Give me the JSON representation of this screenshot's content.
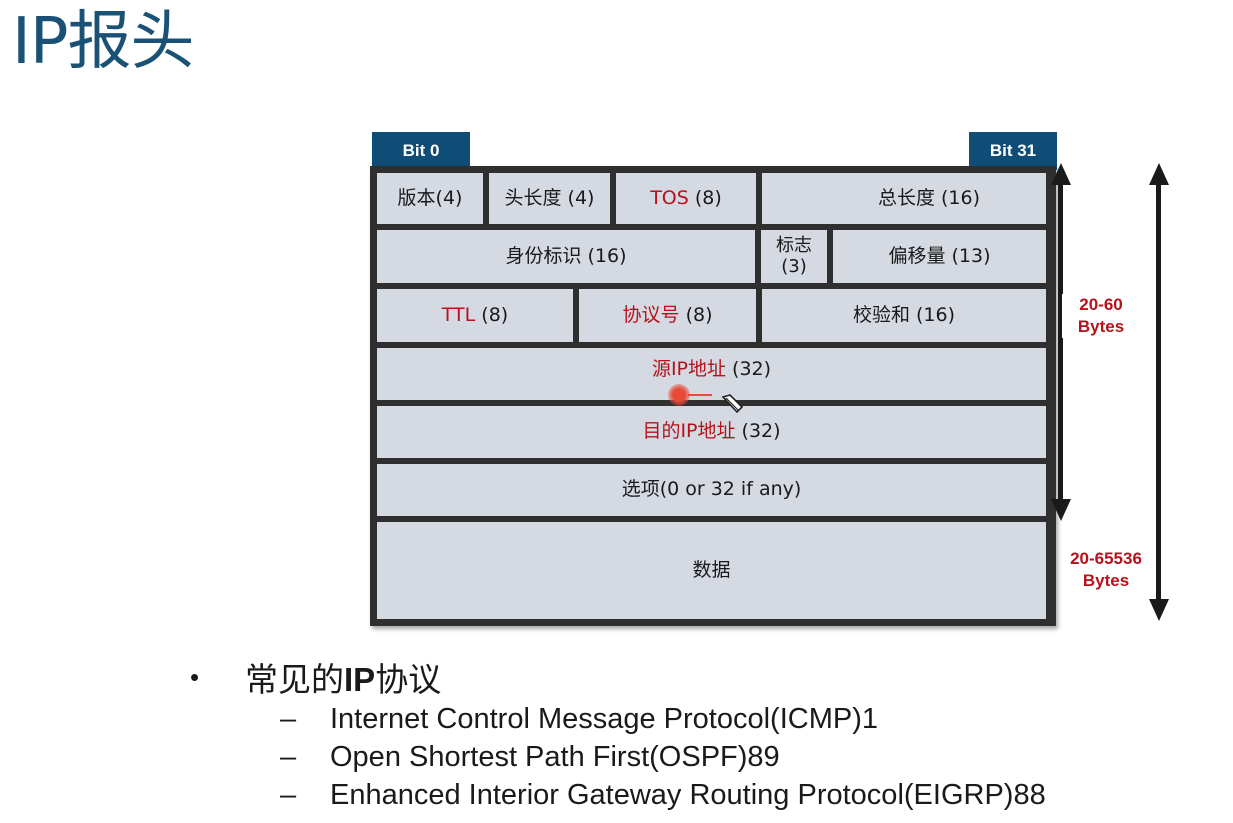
{
  "title": "IP报头",
  "diagram": {
    "bit_start": "Bit 0",
    "bit_end": "Bit 31",
    "rows": [
      [
        {
          "name": "version",
          "label": "版本(4)",
          "red": ""
        },
        {
          "name": "header-length",
          "label": "头长度 (4)",
          "red": ""
        },
        {
          "name": "tos",
          "label": " (8)",
          "red": "TOS"
        },
        {
          "name": "total-length",
          "label": "总长度 (16)",
          "red": ""
        }
      ],
      [
        {
          "name": "identification",
          "label": "身份标识 (16)",
          "red": ""
        },
        {
          "name": "flags",
          "label": "标志\n(3)",
          "red": ""
        },
        {
          "name": "fragment-offset",
          "label": "偏移量 (13)",
          "red": ""
        }
      ],
      [
        {
          "name": "ttl",
          "label": " (8)",
          "red": "TTL"
        },
        {
          "name": "protocol",
          "label": " (8)",
          "red": "协议号"
        },
        {
          "name": "checksum",
          "label": "校验和 (16)",
          "red": ""
        }
      ],
      [
        {
          "name": "source-ip",
          "label": " (32)",
          "red": "源IP地址"
        }
      ],
      [
        {
          "name": "destination-ip",
          "label": " (32)",
          "red": "目的IP地址"
        }
      ],
      [
        {
          "name": "options",
          "label": "选项(0 or 32 if any)",
          "red": ""
        }
      ],
      [
        {
          "name": "data",
          "label": "数据",
          "red": ""
        }
      ]
    ],
    "header_size": {
      "line1": "20-60",
      "line2": "Bytes"
    },
    "packet_size": {
      "line1": "20-65536",
      "line2": "Bytes"
    }
  },
  "bullets": {
    "heading": {
      "normal_1": "常见的",
      "bold": "IP",
      "normal_2": "协议"
    },
    "items": [
      "Internet Control Message Protocol(ICMP)1",
      "Open Shortest Path First(OSPF)89",
      "Enhanced Interior Gateway Routing Protocol(EIGRP)88"
    ]
  },
  "colors": {
    "accent_red": "#b5121b",
    "tab_blue": "#0f4d77",
    "title_blue": "#1a5276",
    "cell_bg": "#d5d9e2"
  }
}
